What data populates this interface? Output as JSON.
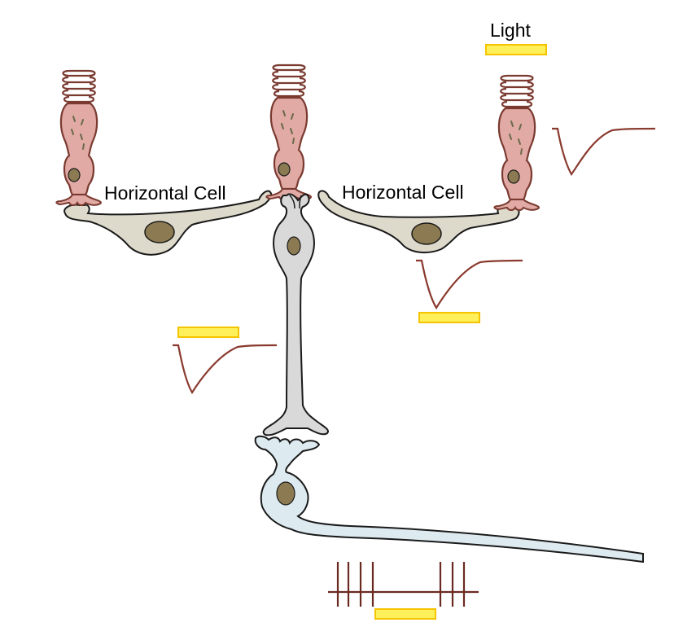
{
  "labels": {
    "light": "Light",
    "horizontal_left": "Horizontal Cell",
    "horizontal_right": "Horizontal Cell"
  },
  "colors": {
    "photoreceptor_fill": "#e1aaa5",
    "photoreceptor_stroke": "#7a3a30",
    "nucleus_fill": "#8b7a52",
    "horizontal_fill": "#dedacb",
    "bipolar_fill": "#d9d9d9",
    "ganglion_fill": "#ddeaf0",
    "trace_color": "#8a3a2e",
    "light_bar_fill": "#ffef5a",
    "light_bar_stroke": "#f5c400",
    "outline": "#1a1a1a"
  }
}
